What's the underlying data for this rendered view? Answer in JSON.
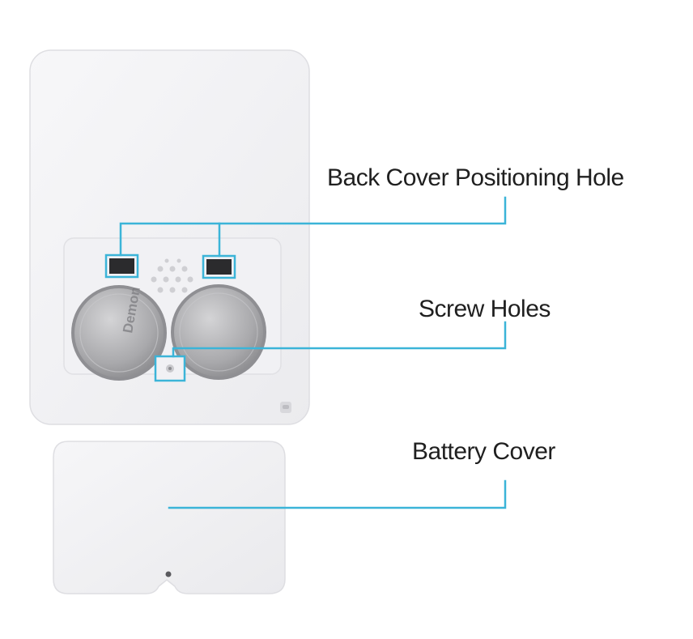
{
  "labels": {
    "back_cover_positioning_hole": "Back Cover Positioning Hole",
    "screw_holes": "Screw Holes",
    "battery_cover": "Battery Cover"
  },
  "colors": {
    "callout_line": "#3bb4d8",
    "device_body": "#f4f4f6",
    "battery_metal": "#b9b9bb"
  },
  "battery_markings": {
    "left_cell": "Demon"
  }
}
